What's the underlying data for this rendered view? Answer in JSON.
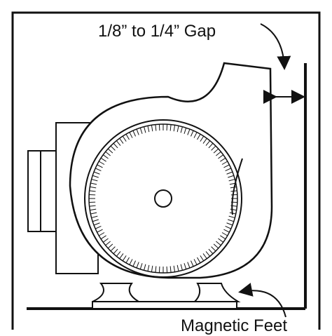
{
  "labels": {
    "gap": "1/8” to 1/4” Gap",
    "feet": "Magnetic Feet"
  },
  "colors": {
    "line": "#111111",
    "background": "#ffffff"
  },
  "icons": {
    "gap_arrow": "double-headed-arrow",
    "callout": "curved-arrow"
  }
}
